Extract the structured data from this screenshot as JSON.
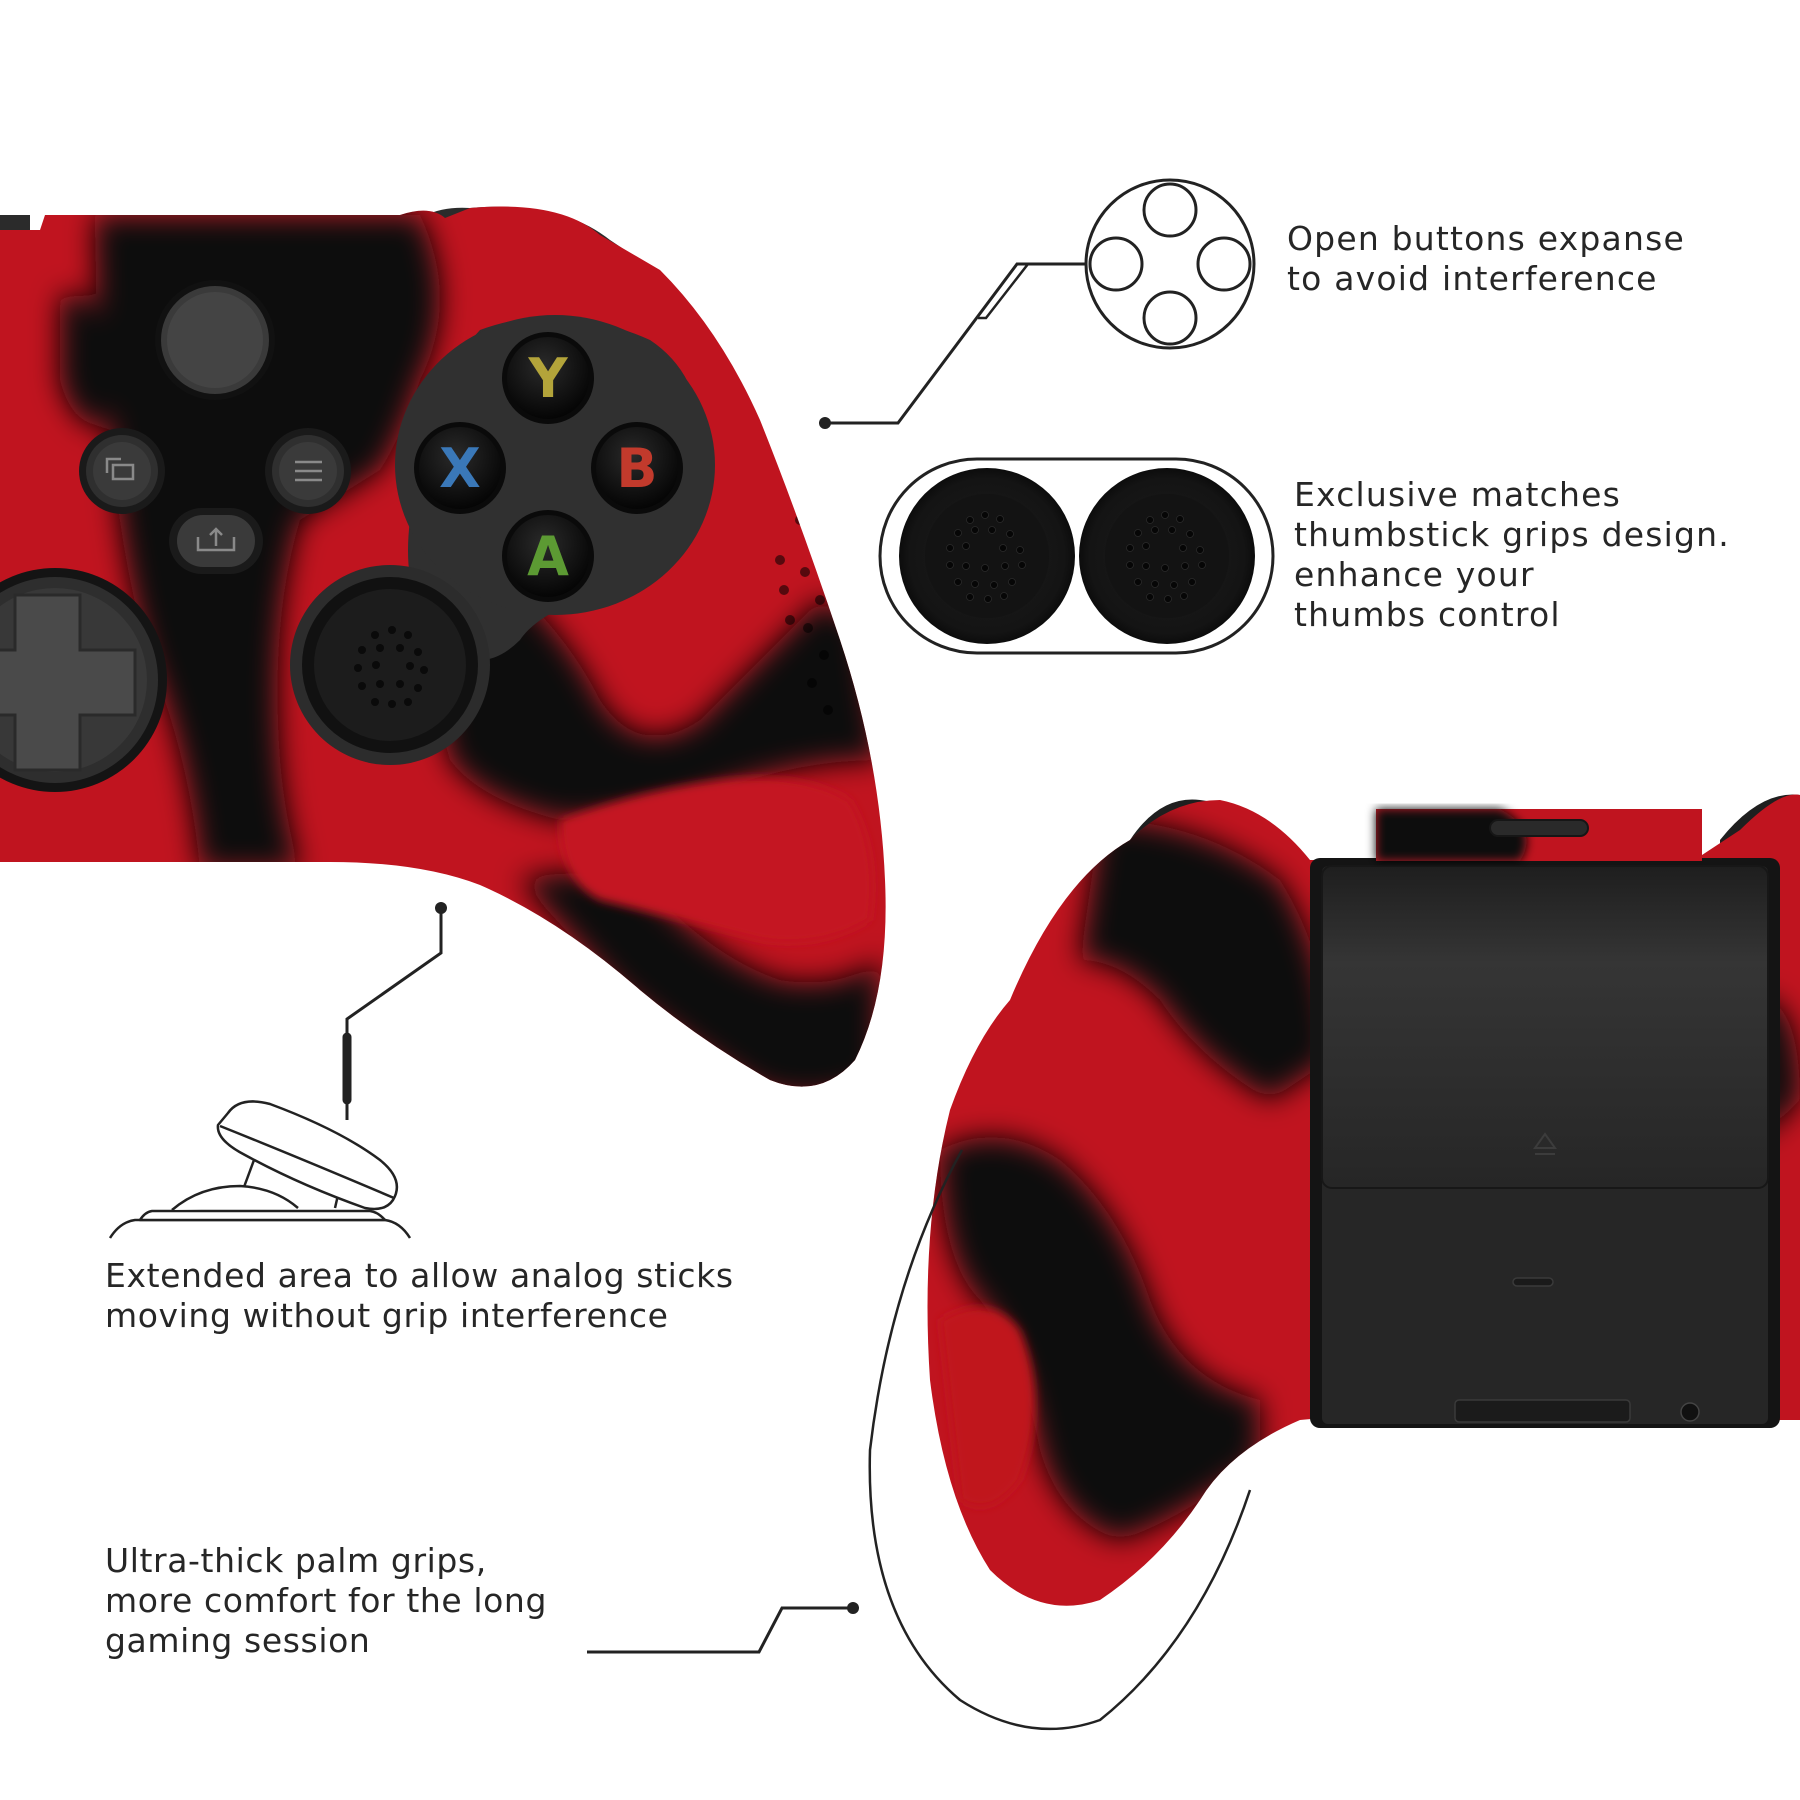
{
  "callouts": {
    "buttons": {
      "icon": "face-buttons-outline-icon",
      "lines": [
        "Open buttons expanse",
        "to avoid interference"
      ]
    },
    "thumbsticks": {
      "icon": "thumbstick-grips-icon",
      "lines": [
        "Exclusive matches",
        "thumbstick grips design.",
        "enhance your",
        "thumbs control"
      ]
    },
    "analog": {
      "icon": "analog-stick-outline-icon",
      "lines": [
        "Extended area to allow analog sticks",
        "moving without grip interference"
      ]
    },
    "palm": {
      "lines": [
        "Ultra-thick palm grips,",
        "more comfort for the long",
        "gaming session"
      ]
    }
  },
  "controller_front": {
    "face_buttons": [
      {
        "label": "Y",
        "color": "#b3a43a"
      },
      {
        "label": "X",
        "color": "#3a78b8"
      },
      {
        "label": "B",
        "color": "#c23a2c"
      },
      {
        "label": "A",
        "color": "#5c9a33"
      }
    ],
    "center_buttons": [
      "view-icon",
      "menu-icon",
      "share-icon",
      "xbox-guide-icon"
    ]
  },
  "colors": {
    "skin_red": "#c0141f",
    "skin_black": "#0b0b0b",
    "plastic_dark": "#2e2e2e",
    "line": "#222222",
    "text": "#262626"
  }
}
